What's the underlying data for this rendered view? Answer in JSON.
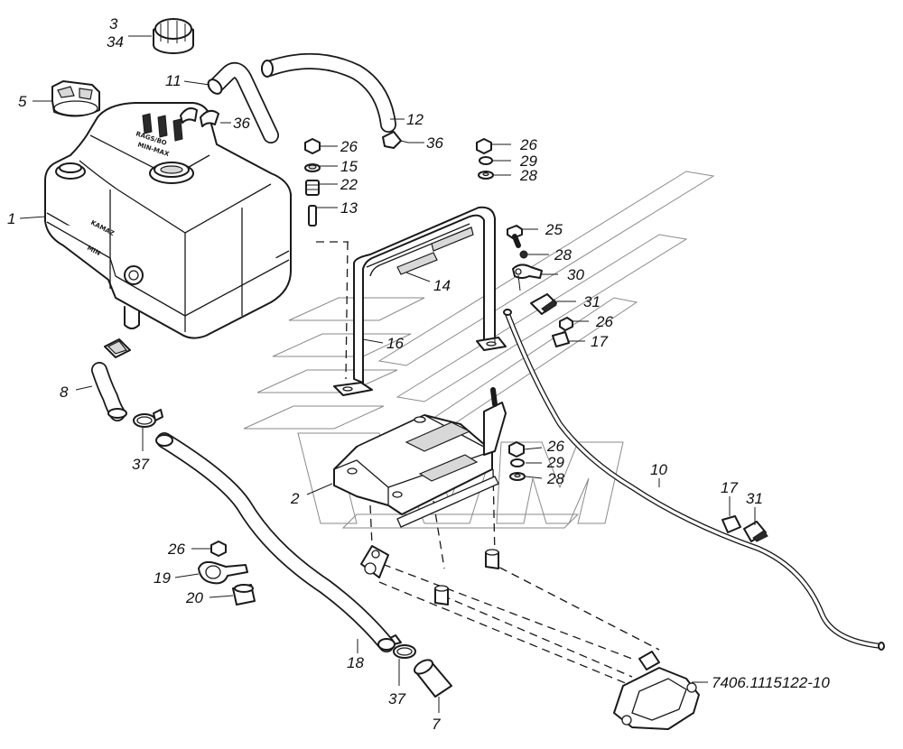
{
  "colors": {
    "ink": "#1a1a1a",
    "ghost_watermark": "#8a8a8a",
    "background": "#ffffff"
  },
  "tank_markings": {
    "line1": "RAGS/BO",
    "line2": "MIN-MAX",
    "brand": "KAMAZ",
    "min_mark": "MIN"
  },
  "callouts": [
    {
      "id": "c-3",
      "text": "3"
    },
    {
      "id": "c-34",
      "text": "34"
    },
    {
      "id": "c-5",
      "text": "5"
    },
    {
      "id": "c-11",
      "text": "11"
    },
    {
      "id": "c-36a",
      "text": "36"
    },
    {
      "id": "c-12",
      "text": "12"
    },
    {
      "id": "c-36b",
      "text": "36"
    },
    {
      "id": "c-26a",
      "text": "26"
    },
    {
      "id": "c-15",
      "text": "15"
    },
    {
      "id": "c-22",
      "text": "22"
    },
    {
      "id": "c-13",
      "text": "13"
    },
    {
      "id": "c-26b",
      "text": "26"
    },
    {
      "id": "c-29a",
      "text": "29"
    },
    {
      "id": "c-28a",
      "text": "28"
    },
    {
      "id": "c-1",
      "text": "1"
    },
    {
      "id": "c-25",
      "text": "25"
    },
    {
      "id": "c-28b",
      "text": "28"
    },
    {
      "id": "c-30",
      "text": "30"
    },
    {
      "id": "c-14",
      "text": "14"
    },
    {
      "id": "c-31a",
      "text": "31"
    },
    {
      "id": "c-26c",
      "text": "26"
    },
    {
      "id": "c-17a",
      "text": "17"
    },
    {
      "id": "c-16",
      "text": "16"
    },
    {
      "id": "c-8",
      "text": "8"
    },
    {
      "id": "c-37a",
      "text": "37"
    },
    {
      "id": "c-26d",
      "text": "26"
    },
    {
      "id": "c-29b",
      "text": "29"
    },
    {
      "id": "c-28c",
      "text": "28"
    },
    {
      "id": "c-2",
      "text": "2"
    },
    {
      "id": "c-10",
      "text": "10"
    },
    {
      "id": "c-17b",
      "text": "17"
    },
    {
      "id": "c-31b",
      "text": "31"
    },
    {
      "id": "c-26e",
      "text": "26"
    },
    {
      "id": "c-19",
      "text": "19"
    },
    {
      "id": "c-20",
      "text": "20"
    },
    {
      "id": "c-18",
      "text": "18"
    },
    {
      "id": "c-37b",
      "text": "37"
    },
    {
      "id": "c-7",
      "text": "7"
    },
    {
      "id": "c-assembly",
      "text": "7406.1115122-10"
    }
  ]
}
